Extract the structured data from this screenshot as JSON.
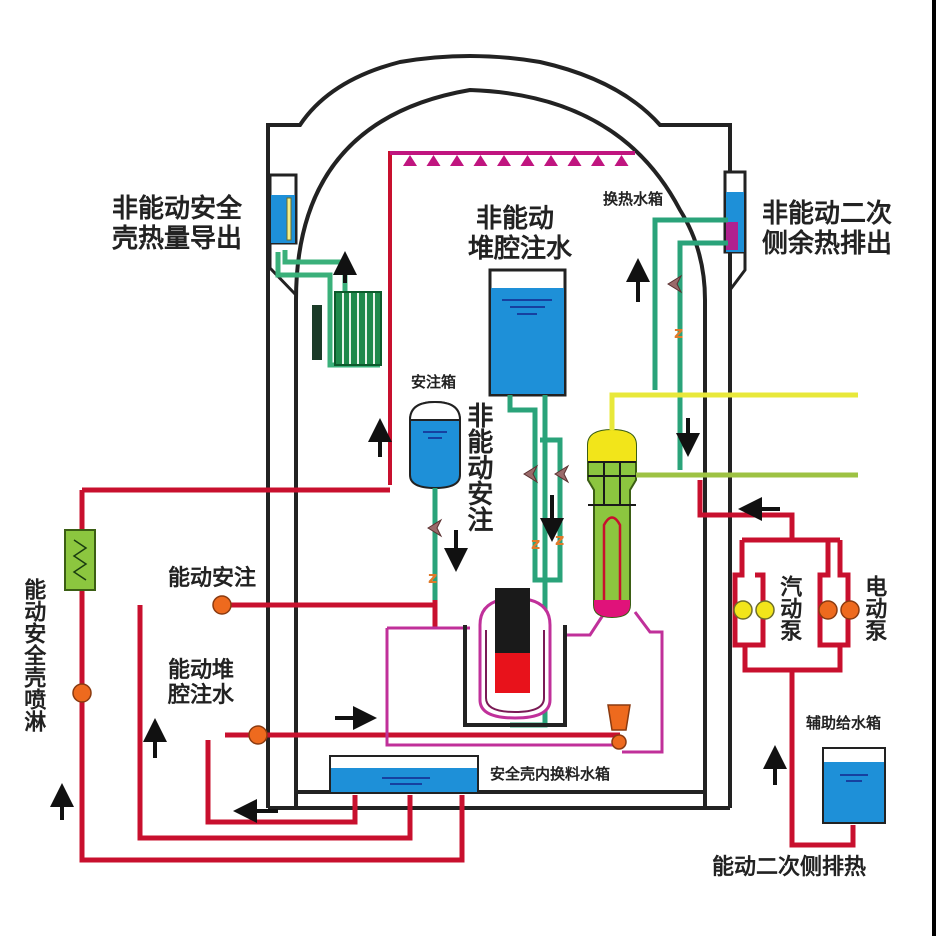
{
  "title": "核电站安全系统示意图（能动与非能动）",
  "labels": {
    "passive_containment_heat_removal": [
      "非能动安全",
      "壳热量导出"
    ],
    "passive_secondary_heat_removal": [
      "非能动二次",
      "侧余热排出"
    ],
    "passive_cavity_flooding": [
      "非能动",
      "堆腔注水"
    ],
    "heat_exchange_tank": "换热水箱",
    "accumulator": "安注箱",
    "passive_safety_injection": "非能动安注",
    "active_safety_injection": "能动安注",
    "active_cavity_flooding": [
      "能动堆",
      "腔注水"
    ],
    "active_containment_spray": "能动安全壳喷淋",
    "irwst": "安全壳内换料水箱",
    "turbine_pump": "汽动泵",
    "motor_pump": "电动泵",
    "aux_feedwater_tank": "辅助给水箱",
    "active_secondary_heat_removal": "能动二次侧排热"
  },
  "colors": {
    "active_loop": "#c8102e",
    "passive_loop": "#2aa37a",
    "primary_loop": "#c0309a",
    "spray_header": "#c0157f",
    "steam_line": "#e8e83a",
    "feed_line": "#9dc243",
    "water": "#1e90d8",
    "pump": "#ee6a1e",
    "turbine_pump": "#f2e51a",
    "structure": "#222222",
    "hx_green": "#1f8a4c",
    "core_red": "#e8121b"
  },
  "icons": {
    "valve": "check-valve-icon",
    "orifice": "orifice-z-icon",
    "pump": "pump-icon",
    "arrow": "flow-arrow-icon"
  }
}
